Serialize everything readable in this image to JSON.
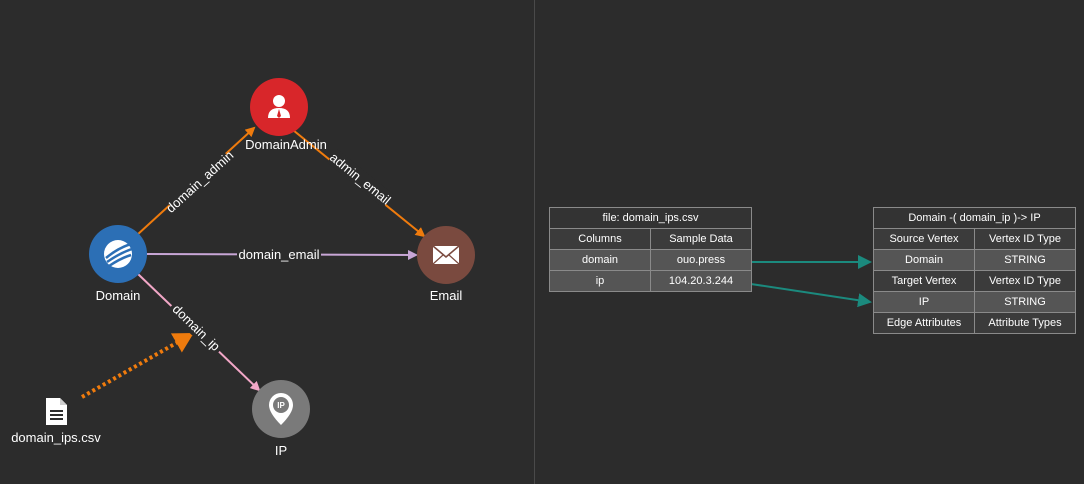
{
  "nodes": {
    "domain": {
      "label": "Domain",
      "color": "#2c6fb5"
    },
    "domain_admin": {
      "label": "DomainAdmin",
      "color": "#d8262a"
    },
    "email": {
      "label": "Email",
      "color": "#7a4a3f"
    },
    "ip": {
      "label": "IP",
      "color": "#7a7a7a"
    },
    "file": {
      "label": "domain_ips.csv"
    }
  },
  "edges": {
    "domain_admin": "domain_admin",
    "admin_email": "admin_email",
    "domain_email": "domain_email",
    "domain_ip": "domain_ip"
  },
  "colors": {
    "orange": "#ef7b0d",
    "pink": "#f2a7c7",
    "lavender": "#c8a6d6",
    "teal": "#1b8a7e"
  },
  "file_table": {
    "title": "file: domain_ips.csv",
    "headers": [
      "Columns",
      "Sample Data"
    ],
    "rows": [
      [
        "domain",
        "ouo.press"
      ],
      [
        "ip",
        "104.20.3.244"
      ]
    ]
  },
  "target_table": {
    "title": "Domain -( domain_ip )-> IP",
    "rows": [
      [
        "Source Vertex",
        "Vertex ID Type"
      ],
      [
        "Domain",
        "STRING"
      ],
      [
        "Target Vertex",
        "Vertex ID Type"
      ],
      [
        "IP",
        "STRING"
      ],
      [
        "Edge Attributes",
        "Attribute Types"
      ]
    ]
  }
}
